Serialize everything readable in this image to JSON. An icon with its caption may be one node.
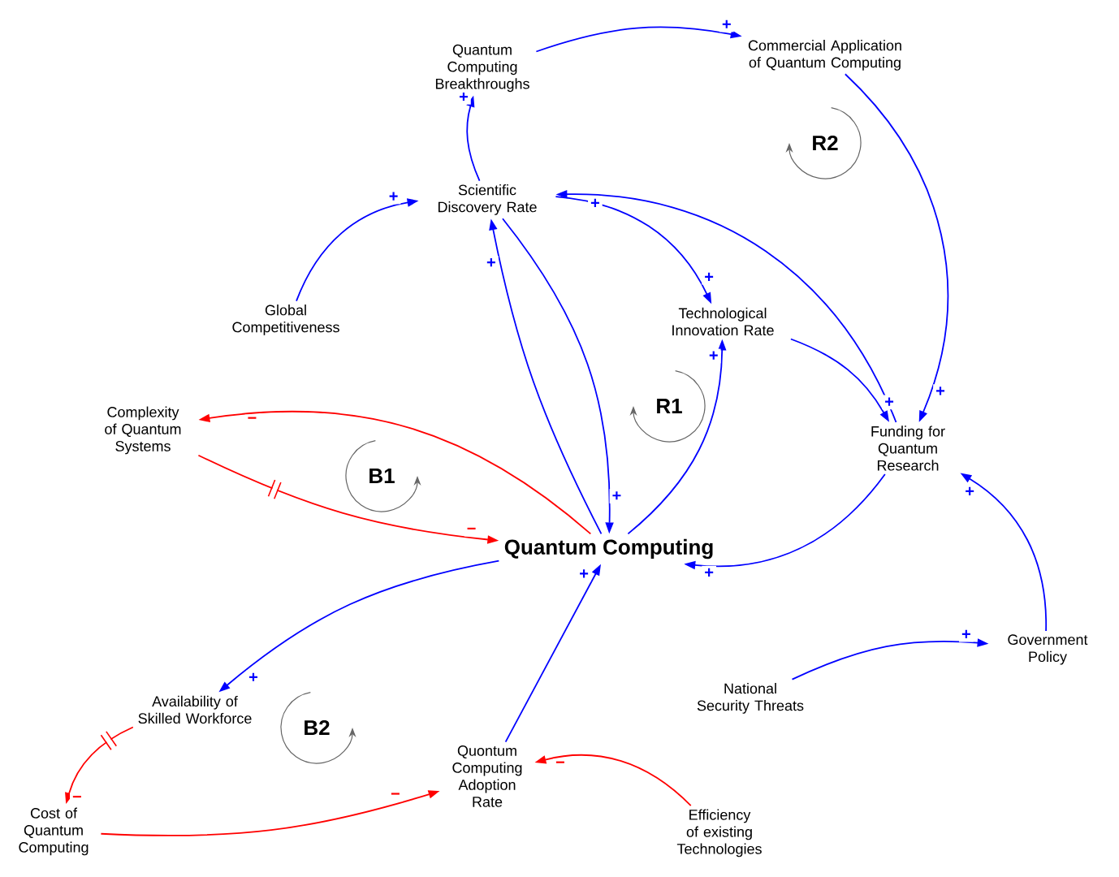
{
  "diagram": {
    "nodes": [
      {
        "text": [
          "Quantum Computing Breakthroughs"
        ]
      },
      {
        "text": [
          "Commercial Application of Quantum Computing"
        ]
      },
      {
        "text": [
          "Scientific Discovery Rate"
        ]
      },
      {
        "text": [
          "Global Competitiveness"
        ]
      },
      {
        "text": [
          "Technological Innovation Rate"
        ]
      },
      {
        "text": [
          "Complexity of Quantum Systems"
        ]
      },
      {
        "text": [
          "Funding for Quantum Research"
        ]
      },
      {
        "text": [
          "Quantum Computing"
        ]
      },
      {
        "text": [
          "Availability of Skilled Workforce"
        ]
      },
      {
        "text": [
          "National Security Threats"
        ]
      },
      {
        "text": [
          "Government Policy"
        ]
      },
      {
        "text": [
          "Quontum Computing Adoption Rate"
        ]
      },
      {
        "text": [
          "Cost of Quantum Computing"
        ]
      },
      {
        "text": [
          "Efficiency of existing Technologies"
        ]
      }
    ],
    "edges": [
      {
        "from": 2,
        "to": 0,
        "arrow": "to",
        "label": "+"
      },
      {
        "from": 0,
        "to": 1,
        "arrow": "to",
        "label": "+"
      },
      {
        "from": 1,
        "to": 6,
        "arrow": "to",
        "label": "+"
      },
      {
        "from": 3,
        "to": 2,
        "arrow": "to",
        "label": "+"
      },
      {
        "from": 2,
        "to": 4,
        "arrow": "to",
        "label": "+"
      },
      {
        "from": 6,
        "to": 2,
        "arrow": "to",
        "label": "+"
      },
      {
        "from": 4,
        "to": 6,
        "arrow": "to",
        "label": "+"
      },
      {
        "from": 7,
        "to": 2,
        "arrow": "to",
        "label": "+"
      },
      {
        "from": 2,
        "to": 7,
        "arrow": "to",
        "label": "+"
      },
      {
        "from": 7,
        "to": 4,
        "arrow": "to",
        "label": "+"
      },
      {
        "from": 7,
        "to": 5,
        "arrow": "to",
        "label": "−",
        "color": "#ff0000"
      },
      {
        "from": 5,
        "to": 7,
        "arrow": "to",
        "label": "−",
        "color": "#ff0000"
      },
      {
        "from": 6,
        "to": 7,
        "arrow": "to",
        "label": "+"
      },
      {
        "from": 7,
        "to": 8,
        "arrow": "to",
        "label": "+"
      },
      {
        "from": 8,
        "to": 12,
        "arrow": "to",
        "label": "−",
        "color": "#ff0000"
      },
      {
        "from": 12,
        "to": 11,
        "arrow": "to",
        "label": "−",
        "color": "#ff0000"
      },
      {
        "from": 13,
        "to": 11,
        "arrow": "to",
        "label": "−",
        "color": "#ff0000"
      },
      {
        "from": 11,
        "to": 7,
        "arrow": "to",
        "label": "+"
      },
      {
        "from": 9,
        "to": 10,
        "arrow": "to",
        "label": "+"
      },
      {
        "from": 10,
        "to": 6,
        "arrow": "to",
        "label": "+"
      }
    ],
    "labels": [
      "R2",
      "R1",
      "B1",
      "B2"
    ]
  }
}
